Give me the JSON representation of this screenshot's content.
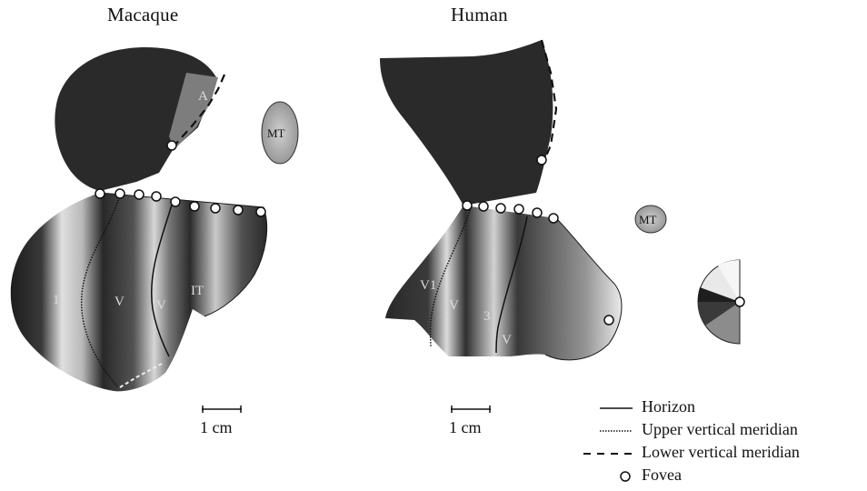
{
  "titles": {
    "macaque": "Macaque",
    "human": "Human"
  },
  "scale_bars": {
    "macaque": "1 cm",
    "human": "1 cm"
  },
  "area_labels": {
    "macaque": {
      "v4": "A",
      "mt": "MT",
      "v1": "1",
      "v2": "V",
      "v3": "V",
      "ext": "IT"
    },
    "human": {
      "mt": "MT",
      "v1": "V1",
      "v2": "V",
      "v3": "3",
      "v4": "V"
    }
  },
  "legend": [
    {
      "label": "Horizon",
      "style": "solid"
    },
    {
      "label": "Upper vertical meridian",
      "style": "dotted"
    },
    {
      "label": "Lower vertical meridian",
      "style": "dashed"
    },
    {
      "label": "Fovea",
      "style": "circle"
    }
  ],
  "colors": {
    "dark": "#2a2a2a",
    "mid": "#8a8a8a",
    "light": "#e8e8e8",
    "background": "#ffffff"
  }
}
